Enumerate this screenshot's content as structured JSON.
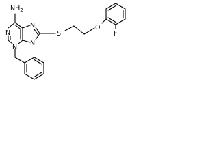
{
  "molecule": {
    "atoms": {
      "amine": "NH2",
      "n_pyr_1": "N",
      "n_pyr_3": "N",
      "n_imid_7": "N",
      "n_imid_9": "N",
      "sulfur": "S",
      "oxygen": "O",
      "fluorine": "F"
    }
  }
}
